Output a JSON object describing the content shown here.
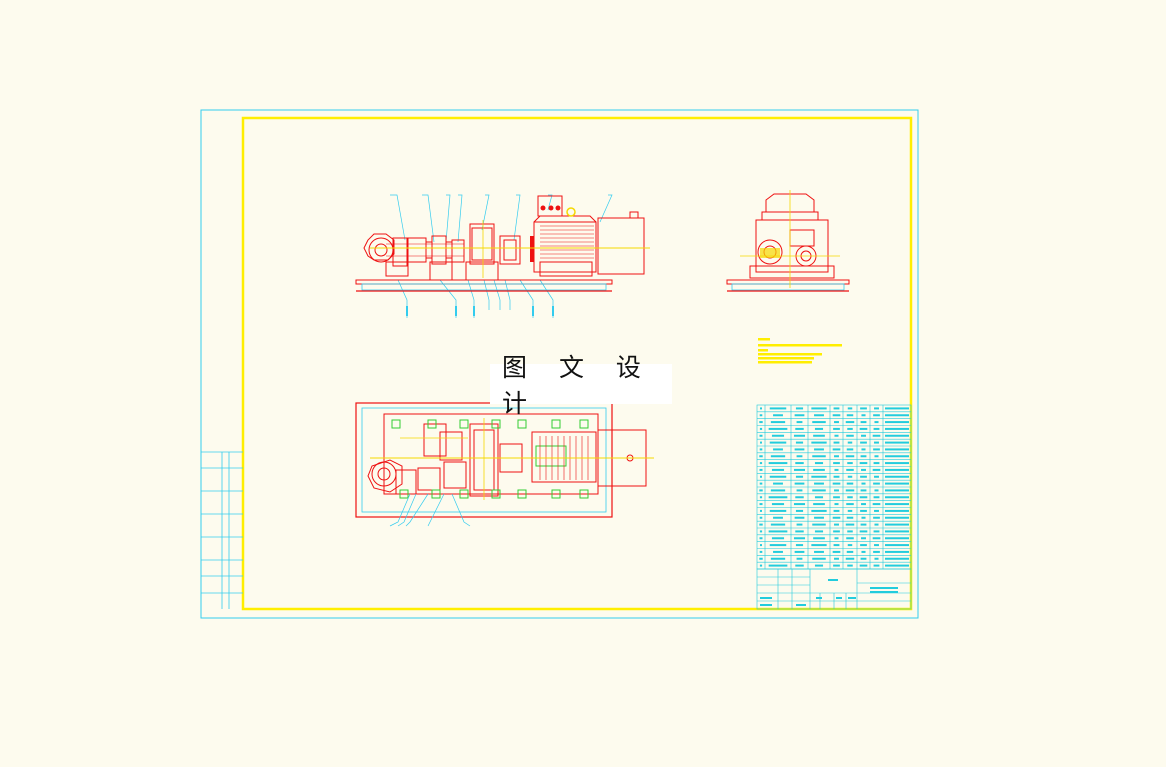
{
  "drawing": {
    "watermark_text": "图 文 设 计"
  },
  "colors": {
    "background": "#fdfbee",
    "frame_cyan": "#33ccee",
    "border_yellow": "#ffee00",
    "machine_red": "#ee1111",
    "table_cyan": "#22ccdd",
    "centerline_yellow": "#f5d800",
    "detail_green": "#33cc33"
  },
  "icons": {
    "front_view": "machine-front-elevation",
    "side_view": "machine-side-elevation",
    "plan_view": "machine-top-plan",
    "notes": "technical-notes-block",
    "parts_list": "bill-of-materials-table",
    "title_block": "drawing-title-block"
  }
}
